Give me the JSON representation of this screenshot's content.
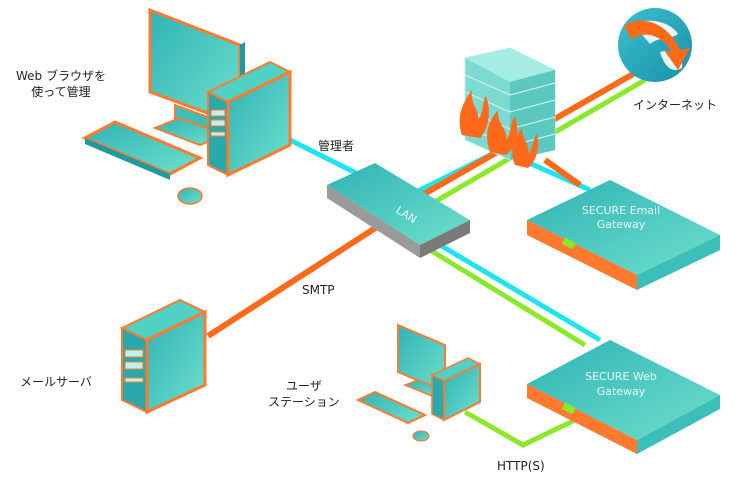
{
  "title": "Network topology: SECURE Email Gateway and SECURE Web Gateway",
  "colors": {
    "admin_link": "#1fe3f0",
    "smtp_link": "#ff6a1a",
    "http_link": "#8be82a",
    "device_teal": "#3fc2bc",
    "device_outline": "#ff7a2e"
  },
  "labels": {
    "admin_pc_line1": "Web ブラウザを",
    "admin_pc_line2": "使って管理",
    "admin": "管理者",
    "lan": "LAN",
    "internet": "インターネット",
    "email_gateway_line1": "SECURE Email",
    "email_gateway_line2": "Gateway",
    "web_gateway_line1": "SECURE Web",
    "web_gateway_line2": "Gateway",
    "smtp": "SMTP",
    "mail_server": "メールサーバ",
    "user_station_line1": "ユーザ",
    "user_station_line2": "ステーション",
    "http": "HTTP(S)"
  },
  "nodes": [
    {
      "id": "admin-pc",
      "label": "Web ブラウザを使って管理"
    },
    {
      "id": "lan-switch",
      "label": "LAN"
    },
    {
      "id": "firewall",
      "label": ""
    },
    {
      "id": "internet",
      "label": "インターネット"
    },
    {
      "id": "email-gateway",
      "label": "SECURE Email Gateway"
    },
    {
      "id": "web-gateway",
      "label": "SECURE Web Gateway"
    },
    {
      "id": "mail-server",
      "label": "メールサーバ"
    },
    {
      "id": "user-station",
      "label": "ユーザステーション"
    }
  ],
  "edges": [
    {
      "from": "admin-pc",
      "to": "lan-switch",
      "type": "admin",
      "label": "管理者"
    },
    {
      "from": "mail-server",
      "to": "lan-switch",
      "type": "smtp",
      "label": "SMTP"
    },
    {
      "from": "lan-switch",
      "to": "internet",
      "type": "smtp",
      "label": ""
    },
    {
      "from": "lan-switch",
      "to": "internet",
      "type": "http",
      "label": ""
    },
    {
      "from": "lan-switch",
      "to": "email-gateway",
      "type": "admin",
      "label": ""
    },
    {
      "from": "lan-switch",
      "to": "web-gateway",
      "type": "admin",
      "label": ""
    },
    {
      "from": "user-station",
      "to": "web-gateway",
      "type": "http",
      "label": "HTTP(S)"
    }
  ]
}
